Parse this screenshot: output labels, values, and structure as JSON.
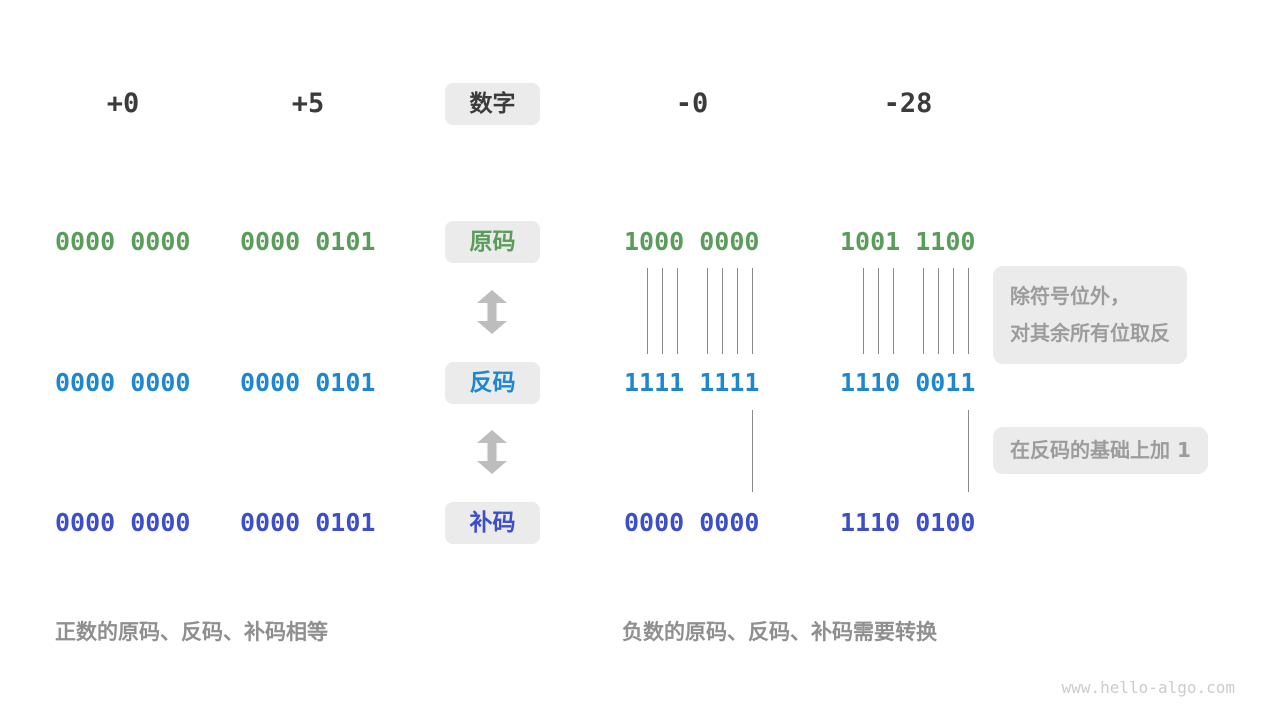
{
  "colors": {
    "green": "#5a9c5a",
    "blue": "#1e87d0",
    "indigo": "#3c4ec8",
    "dark": "#3b3b3b",
    "badge_bg": "#ebebeb",
    "line": "#8a8a8a",
    "arrow": "#bdbdbd",
    "note_text": "#9c9c9c",
    "caption_text": "#8f8f8f",
    "watermark": "#cccccc"
  },
  "header": {
    "badge": "数字",
    "values": [
      "+0",
      "+5",
      "-0",
      "-28"
    ]
  },
  "rows": [
    {
      "badge": "原码",
      "values": [
        "0000 0000",
        "0000 0101",
        "1000 0000",
        "1001 1100"
      ]
    },
    {
      "badge": "反码",
      "values": [
        "0000 0000",
        "0000 0101",
        "1111 1111",
        "1110 0011"
      ]
    },
    {
      "badge": "补码",
      "values": [
        "0000 0000",
        "0000 0101",
        "0000 0000",
        "1110 0100"
      ]
    }
  ],
  "annotations": {
    "invert": "除符号位外，\n对其余所有位取反",
    "add_one": "在反码的基础上加 1"
  },
  "captions": {
    "positive": "正数的原码、反码、补码相等",
    "negative": "负数的原码、反码、补码需要转换"
  },
  "watermark": "www.hello-algo.com"
}
